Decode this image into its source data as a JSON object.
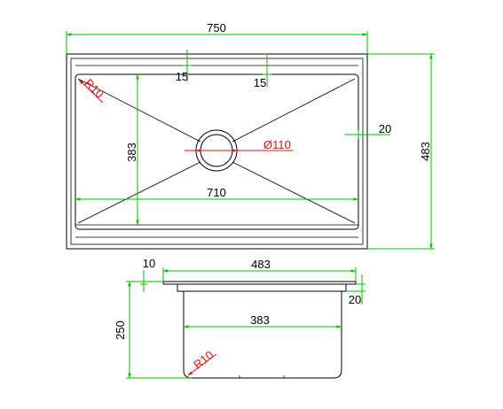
{
  "colors": {
    "outline": "#000000",
    "dimension": "#00c000",
    "callout": "#e01010",
    "background": "#ffffff"
  },
  "top_view": {
    "overall_width": "750",
    "overall_depth": "483",
    "inner_width": "710",
    "inner_depth": "383",
    "top_flange_left": "15",
    "top_flange_right": "15",
    "side_flange": "20",
    "corner_radius": "R10",
    "drain_diameter": "Ø110"
  },
  "section_view": {
    "flange_thickness": "10",
    "top_width": "483",
    "rim_depth": "20",
    "bottom_width": "383",
    "total_height": "250",
    "bottom_radius": "R10"
  }
}
